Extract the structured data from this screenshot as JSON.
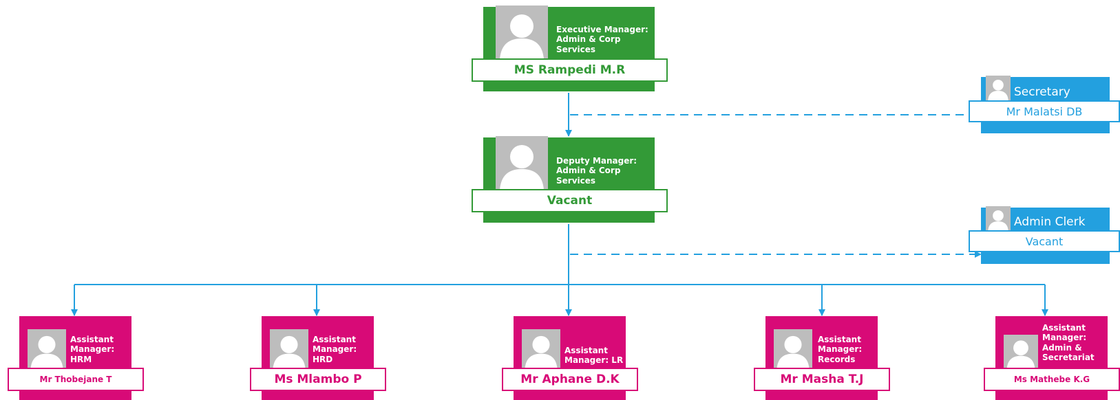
{
  "colors": {
    "green": "#339a37",
    "pink": "#d80a77",
    "blue": "#23a0df",
    "connector": "#23a0df"
  },
  "executive": {
    "title": "Executive Manager: Admin & Corp Services",
    "name": "MS Rampedi M.R"
  },
  "deputy": {
    "title": "Deputy Manager: Admin & Corp Services",
    "name": "Vacant"
  },
  "secretary": {
    "title": "Secretary",
    "name": "Mr Malatsi DB"
  },
  "admin_clerk": {
    "title": "Admin Clerk",
    "name": "Vacant"
  },
  "assistants": [
    {
      "title": "Assistant Manager: HRM",
      "name": "Mr Thobejane T"
    },
    {
      "title": "Assistant Manager: HRD",
      "name": "Ms Mlambo P"
    },
    {
      "title": "Assistant Manager: LR",
      "name": "Mr Aphane D.K"
    },
    {
      "title": "Assistant Manager: Records",
      "name": "Mr Masha T.J"
    },
    {
      "title": "Assistant Manager: Admin & Secretariat",
      "name": "Ms Mathebe K.G"
    }
  ],
  "icons": {
    "photo": "person-placeholder-icon"
  }
}
